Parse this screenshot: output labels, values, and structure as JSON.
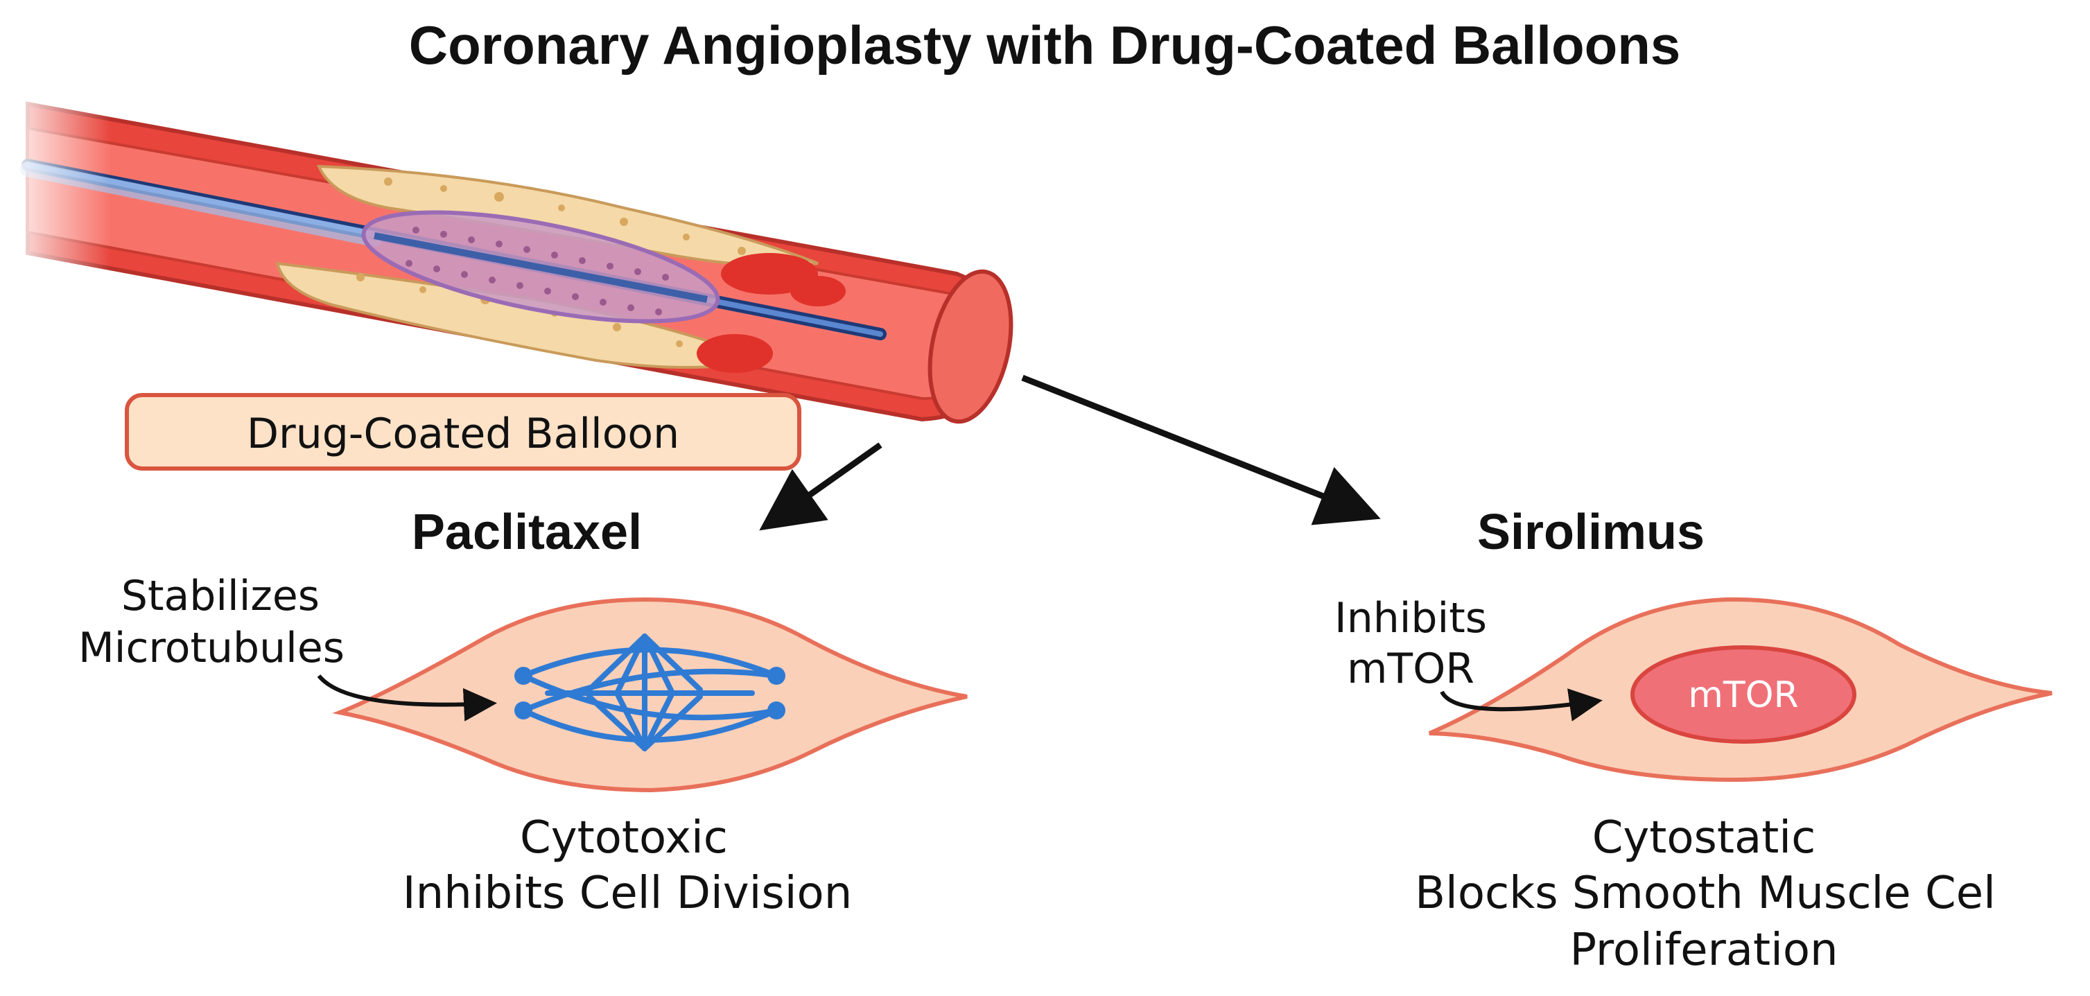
{
  "title": "Coronary Angioplasty with Drug-Coated Balloons",
  "balloon_label": "Drug-Coated Balloon",
  "paclitaxel": {
    "heading": "Paclitaxel",
    "annotation_line1": "Stabilizes",
    "annotation_line2": "Microtubules",
    "caption_line1": "Cytotoxic",
    "caption_line2": "Inhibits Cell Division"
  },
  "sirolimus": {
    "heading": "Sirolimus",
    "annotation_line1": "Inhibits",
    "annotation_line2": "mTOR",
    "target_label": "mTOR",
    "caption_line1": "Cytostatic",
    "caption_line2": "Blocks Smooth Muscle Cel",
    "caption_line3": "Proliferation"
  },
  "colors": {
    "vessel_wall": "#e8453c",
    "vessel_lumen": "#f7736a",
    "plaque": "#f5d9a8",
    "balloon": "#c99ac4",
    "balloon_outline": "#9a6bb5",
    "guidewire": "#3d5fa8",
    "cell_fill": "#fbd0b8",
    "cell_outline": "#e8705a",
    "spindle": "#2f7bd4",
    "mtor_fill": "#f07078",
    "label_box_fill": "#fde2c8",
    "label_box_border": "#d9553f"
  }
}
